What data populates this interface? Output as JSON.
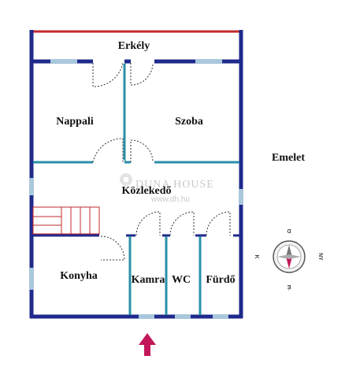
{
  "rooms": {
    "balcony": "Erkély",
    "living_room": "Nappali",
    "bedroom": "Szoba",
    "hallway": "Közlekedő",
    "kitchen": "Konyha",
    "pantry": "Kamra",
    "wc": "WC",
    "bathroom": "Fürdő"
  },
  "floor_label": "Emelet",
  "watermark": {
    "brand": "DUNA HOUSE",
    "url": "www.dh.hu"
  },
  "compass": {
    "north": "É",
    "south": "D",
    "east": "K",
    "west": "NY"
  },
  "colors": {
    "outer_wall": "#1f2a8c",
    "inner_wall": "#2a8fa8",
    "balcony_edge": "#c0272d",
    "window": "#a9c8dc",
    "stairs": "#c0272d",
    "entrance_arrow": "#c2185b"
  }
}
